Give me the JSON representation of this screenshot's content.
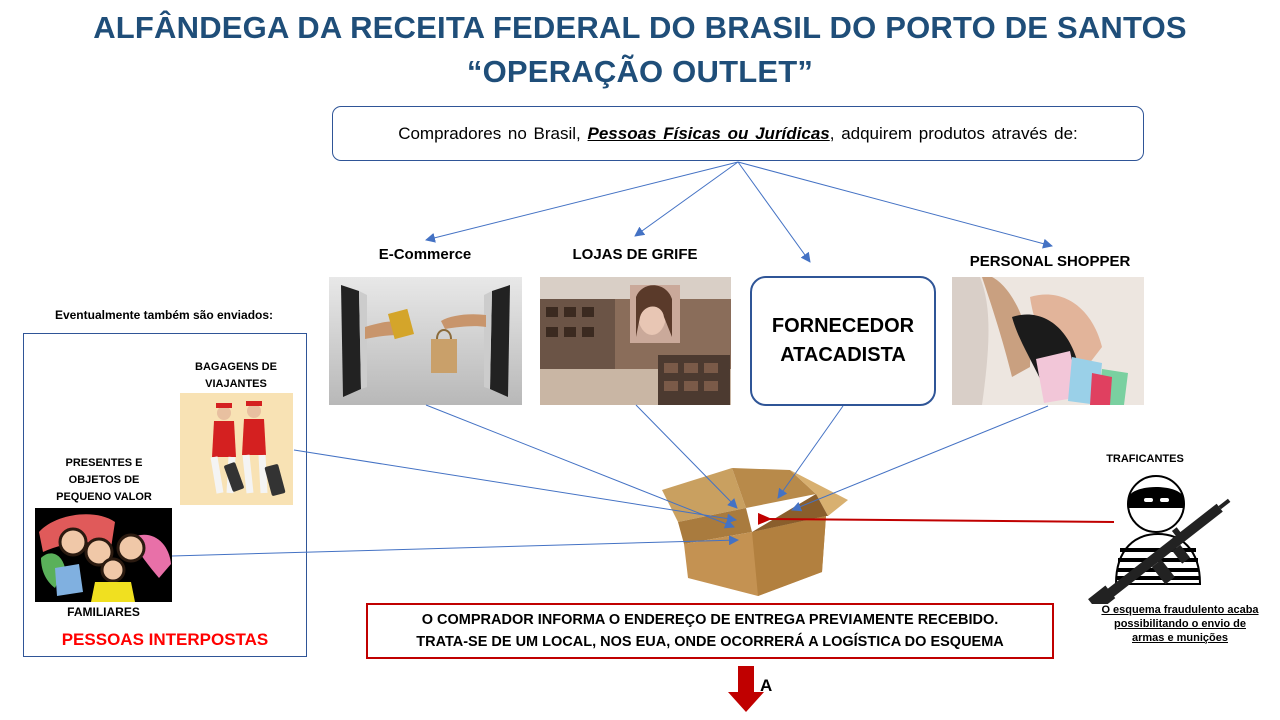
{
  "header": {
    "title_line1": "ALFÂNDEGA DA RECEITA FEDERAL DO BRASIL DO PORTO DE SANTOS",
    "title_line2": "“OPERAÇÃO OUTLET”"
  },
  "intro": {
    "text_before": "Compradores no Brasil, ",
    "text_emphasis": "Pessoas Físicas ou Jurídicas",
    "text_after": ", adquirem produtos através de:"
  },
  "channels": {
    "ecommerce": "E-Commerce",
    "lojas": "LOJAS DE GRIFE",
    "fornecedor_line1": "FORNECEDOR",
    "fornecedor_line2": "ATACADISTA",
    "personal": "PERSONAL SHOPPER"
  },
  "left_panel": {
    "heading": "Eventualmente também são enviados:",
    "bagagens_line1": "BAGAGENS DE",
    "bagagens_line2": "VIAJANTES",
    "presentes_line1": "PRESENTES E",
    "presentes_line2": "OBJETOS DE",
    "presentes_line3": "PEQUENO VALOR",
    "familiares": "FAMILIARES",
    "pessoas": "PESSOAS INTERPOSTAS"
  },
  "traficantes": {
    "label": "TRAFICANTES",
    "caption_line1": "O esquema fraudulento acaba",
    "caption_line2": "possibilitando  o envio de",
    "caption_line3": "armas e munições"
  },
  "footer": {
    "line1": "O COMPRADOR INFORMA O ENDEREÇO DE ENTREGA PREVIAMENTE RECEBIDO.",
    "line2": "TRATA-SE DE UM LOCAL, NOS EUA, ONDE OCORRERÁ A LOGÍSTICA DO ESQUEMA",
    "next_label": "A"
  },
  "colors": {
    "title": "#1f4e79",
    "arrow": "#4472c4",
    "accent_red": "#c00000",
    "box_border": "#2f5597"
  }
}
